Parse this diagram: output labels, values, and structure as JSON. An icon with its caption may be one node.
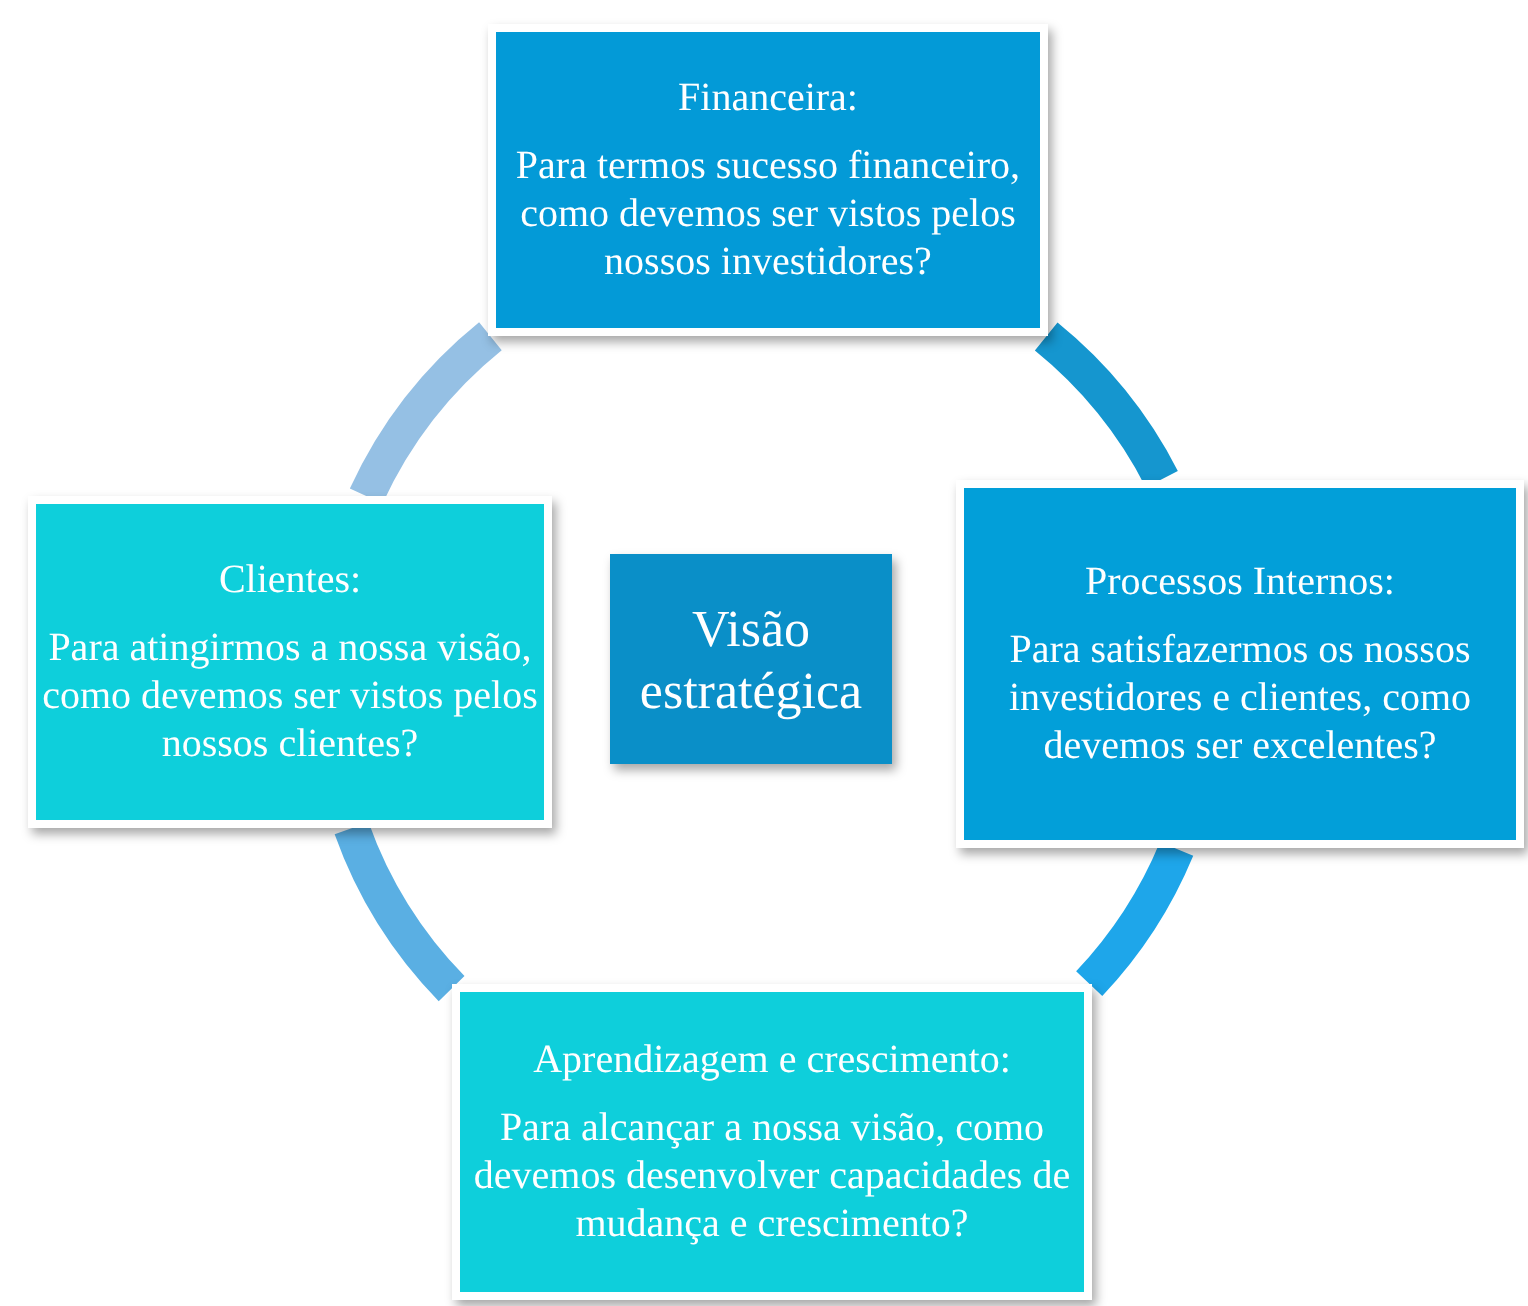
{
  "diagram": {
    "nodes": [
      {
        "text": [
          "Financeira:",
          "Para termos sucesso financeiro, como devemos ser vistos pelos nossos investidores?"
        ]
      },
      {
        "text": [
          "Clientes:",
          "Para atingirmos a nossa visão, como devemos ser vistos pelos nossos clientes?"
        ]
      },
      {
        "text": [
          "Visão estratégica"
        ]
      },
      {
        "text": [
          "Processos Internos:",
          "Para satisfazermos os nossos investidores e clientes, como devemos ser excelentes?"
        ]
      },
      {
        "text": [
          "Aprendizagem e crescimento:",
          "Para alcançar a nossa visão, como devemos desenvolver capacidades de mudança e crescimento?"
        ]
      }
    ],
    "edges": [
      {
        "from": 1,
        "to": 0,
        "arrow": "none",
        "color": "#95c0e4"
      },
      {
        "from": 0,
        "to": 3,
        "arrow": "none",
        "color": "#1596cf"
      },
      {
        "from": 3,
        "to": 4,
        "arrow": "none",
        "color": "#1ea6ea"
      },
      {
        "from": 4,
        "to": 1,
        "arrow": "none",
        "color": "#5aafe3"
      }
    ]
  }
}
